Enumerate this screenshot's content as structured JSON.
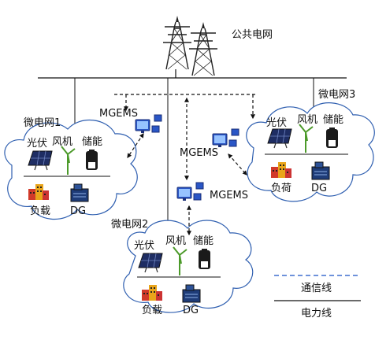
{
  "grid": {
    "label": "公共电网"
  },
  "microgrids": [
    {
      "label": "微电网1",
      "pv": "光伏",
      "wind": "风机",
      "storage": "储能",
      "load": "负载",
      "dg": "DG"
    },
    {
      "label": "微电网2",
      "pv": "光伏",
      "wind": "风机",
      "storage": "储能",
      "load": "负载",
      "dg": "DG"
    },
    {
      "label": "微电网3",
      "pv": "光伏",
      "wind": "风机",
      "storage": "储能",
      "load": "负荷",
      "dg": "DG"
    }
  ],
  "mgems": {
    "label": "MGEMS"
  },
  "legend": {
    "comm": "通信线",
    "power": "电力线"
  }
}
